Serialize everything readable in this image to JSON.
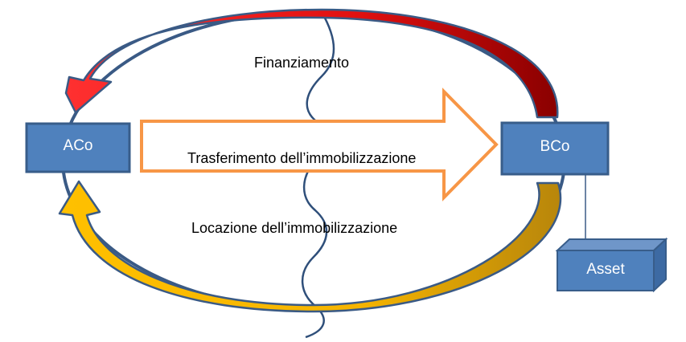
{
  "diagram": {
    "nodes": {
      "left": {
        "label": "ACo"
      },
      "right": {
        "label": "BCo"
      },
      "asset": {
        "label": "Asset"
      }
    },
    "flows": {
      "top": {
        "label": "Finanziamento"
      },
      "middle": {
        "label": "Trasferimento dell’immobilizzazione"
      },
      "bottom": {
        "label": "Locazione dell’immobilizzazione"
      }
    },
    "colors": {
      "box_fill": "#4f81bd",
      "box_border": "#385d8a",
      "ellipse_stroke": "#3a5a85",
      "finance_arrow": "#e01010",
      "lease_arrow": "#ffc000",
      "transfer_arrow_stroke": "#f79646",
      "wave": "#2f4f7a"
    }
  }
}
